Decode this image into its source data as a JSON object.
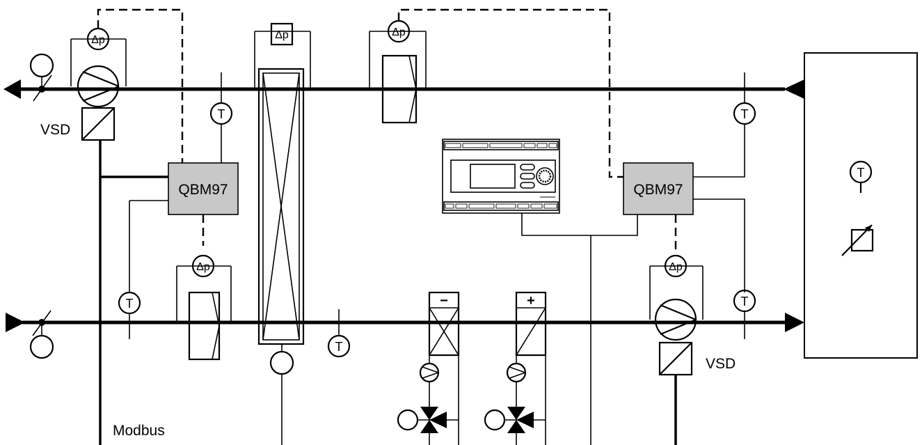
{
  "labels": {
    "vsd_exhaust": "VSD",
    "vsd_supply": "VSD",
    "qbm_left": "QBM97",
    "qbm_right": "QBM97",
    "modbus": "Modbus",
    "dp": "Δp",
    "temp": "T",
    "cooler_sign": "−",
    "heater_sign": "+"
  }
}
